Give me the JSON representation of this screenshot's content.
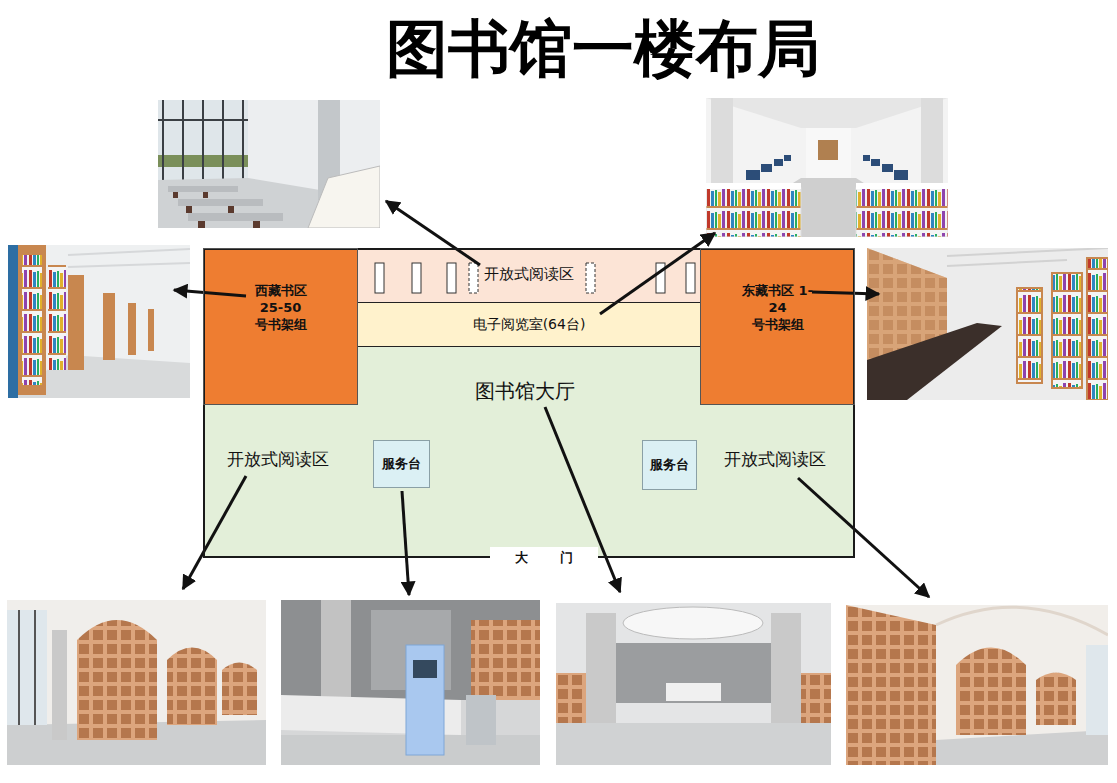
{
  "diagram": {
    "title": "图书馆一楼布局",
    "nodes": [
      {
        "text": [
          "图书馆大厅"
        ]
      },
      {
        "text": [
          "西藏书区 25-50 号书架组"
        ],
        "in": 0
      },
      {
        "text": [
          "开放式阅读区"
        ],
        "in": 0
      },
      {
        "text": [
          "东藏书区 1-24 号书架组"
        ],
        "in": 0
      },
      {
        "text": [
          "电子阅览室(64台)"
        ],
        "in": 0
      },
      {
        "text": [
          "服务台"
        ],
        "in": 0
      },
      {
        "text": [
          "服务台"
        ],
        "in": 0
      }
    ],
    "labels": [
      "开放式阅读区",
      "开放式阅读区",
      "大 门"
    ]
  }
}
